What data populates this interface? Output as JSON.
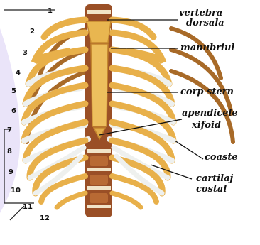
{
  "labels": {
    "vertebra_line1": "vertebra",
    "vertebra_line2": "dorsala",
    "manubriul": "manubriul",
    "corp_stern": "corp stern",
    "apendicele_line1": "apendicele",
    "apendicele_line2": "xifoid",
    "coaste": "coaste",
    "cartilaj_line1": "cartilaj",
    "cartilaj_line2": "costal"
  },
  "rib_numbers": [
    "1",
    "2",
    "3",
    "4",
    "5",
    "6",
    "7",
    "8",
    "9",
    "10",
    "11",
    "12"
  ],
  "colors": {
    "bone": "#e8b04a",
    "bone_dark": "#b8742a",
    "cartilage": "#eef0ee",
    "cartilage_shade": "#c9cfcc",
    "spine": "#a0562a",
    "disc": "#f1e4c8",
    "left_accent": "#cdb8f0"
  }
}
